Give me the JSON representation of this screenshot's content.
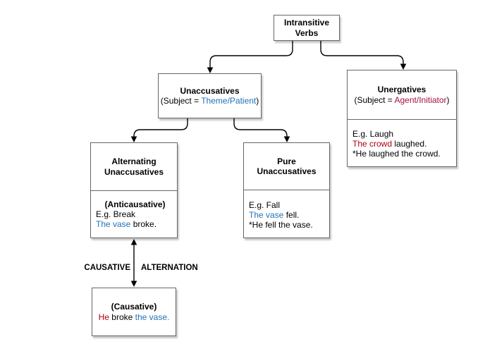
{
  "boxes": {
    "intransitive": {
      "line1": "Intransitive",
      "line2": "Verbs"
    },
    "unaccusatives": {
      "title": "Unaccusatives",
      "subject_prefix": "(Subject = ",
      "subject_role": "Theme/Patient",
      "subject_suffix": ")"
    },
    "unergatives": {
      "title": "Unergatives",
      "subject_prefix": "(Subject = ",
      "subject_role": "Agent/Initiator",
      "subject_suffix": ")",
      "example": "E.g. Laugh",
      "sentence_subject": "The crowd",
      "sentence_rest": " laughed.",
      "ungrammatical": "*He laughed the crowd."
    },
    "alternating": {
      "line1": "Alternating",
      "line2": "Unaccusatives",
      "subtype": "(Anticausative)",
      "example": "E.g. Break",
      "sentence_subject": "The vase",
      "sentence_rest": " broke."
    },
    "pure": {
      "line1": "Pure",
      "line2": "Unaccusatives",
      "example": "E.g. Fall",
      "sentence_subject": "The vase",
      "sentence_rest": " fell.",
      "ungrammatical": "*He fell the vase."
    },
    "causative": {
      "subtype": "(Causative)",
      "sentence_subject": "He",
      "sentence_mid": " broke ",
      "sentence_object": "the vase."
    }
  },
  "edge_labels": {
    "left": "CAUSATIVE",
    "right": "ALTERNATION"
  },
  "colors": {
    "theme_blue": "#1f72b8",
    "agent_red": "#a3123e",
    "sentence_red": "#b00014",
    "box_border": "#666666",
    "arrow_black": "#000000"
  }
}
